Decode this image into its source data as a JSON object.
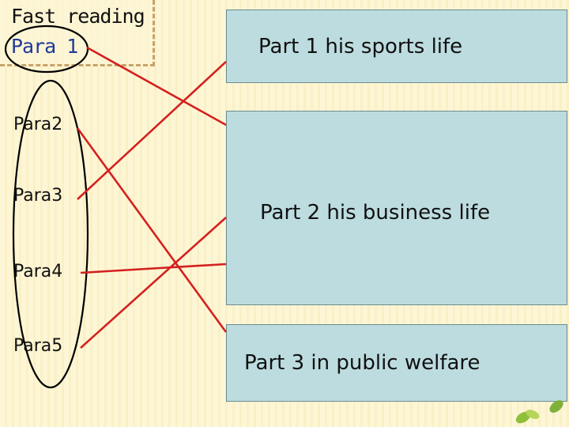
{
  "title": {
    "line1": "Fast reading",
    "line2": "Para 1"
  },
  "paras": [
    "Para2",
    "Para3",
    "Para4",
    "Para5"
  ],
  "parts": [
    "Part 1 his sports life",
    "Part 2 his business life",
    "Part 3 in public welfare"
  ],
  "colors": {
    "background": "#fdf6d6",
    "box_fill": "#bddcdf",
    "line_red": "#d42020",
    "title_blue": "#1f3a9a",
    "ellipse": "#000000"
  }
}
